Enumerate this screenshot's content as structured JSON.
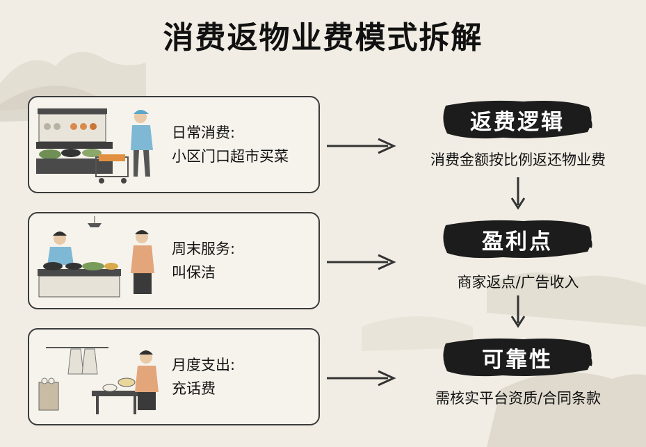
{
  "title": "消费返物业费模式拆解",
  "cards": [
    {
      "line1": "日常消费:",
      "line2": "小区门口超市买菜"
    },
    {
      "line1": "周末服务:",
      "line2": "叫保洁"
    },
    {
      "line1": "月度支出:",
      "line2": "充话费"
    }
  ],
  "steps": [
    {
      "label": "返费逻辑",
      "desc": "消费金额按比例返还物业费"
    },
    {
      "label": "盈利点",
      "desc": "商家返点/广告收入"
    },
    {
      "label": "可靠性",
      "desc": "需核实平台资质/合同条款"
    }
  ],
  "colors": {
    "ink": "#1c1c1c",
    "paper": "#f1ede4",
    "border": "#3b3b3b"
  }
}
